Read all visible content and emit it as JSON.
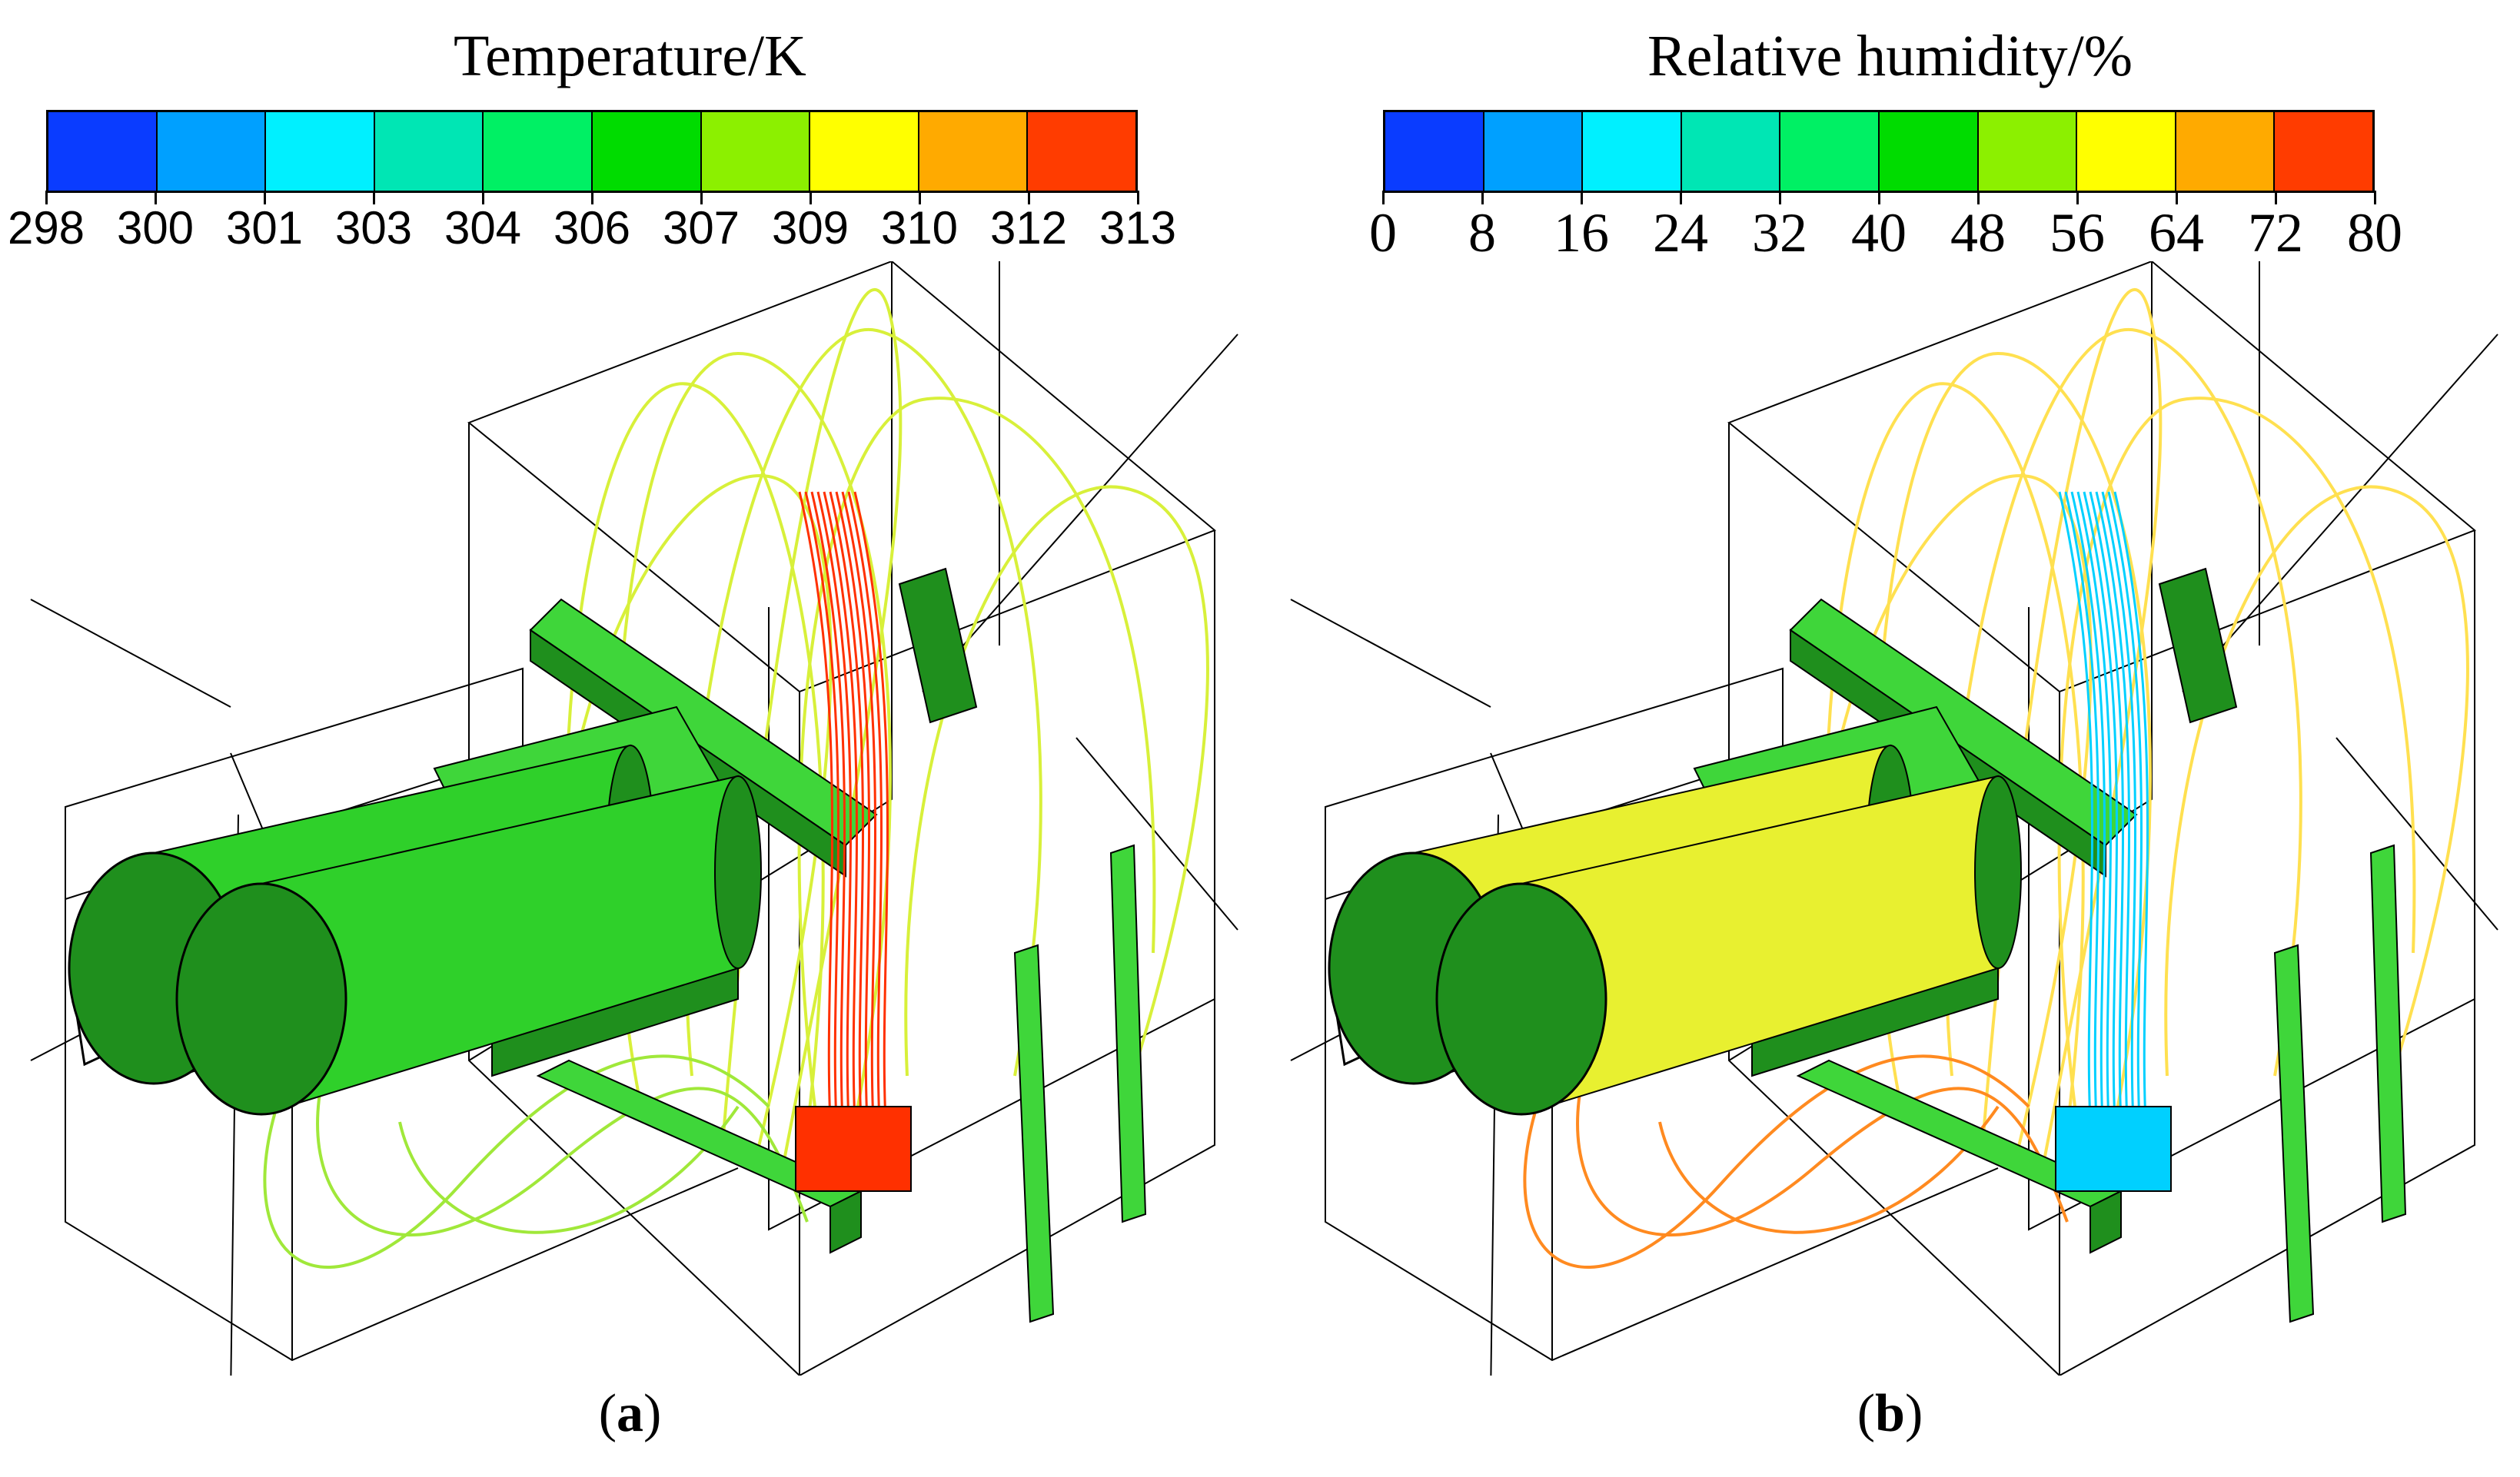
{
  "panels": [
    {
      "id": "a",
      "legend_title": "Temperature/K",
      "tick_labels": [
        "298",
        "300",
        "301",
        "303",
        "304",
        "306",
        "307",
        "309",
        "310",
        "312",
        "313"
      ],
      "colors": [
        "#0a3cff",
        "#00a0ff",
        "#00f0ff",
        "#00e6b4",
        "#00f064",
        "#00dc00",
        "#8cf000",
        "#ffff00",
        "#ffaa00",
        "#ff3c00"
      ],
      "caption_open": "(",
      "caption_letter": "a",
      "caption_close": ")",
      "scene_colors": {
        "solid": "#3fd63a",
        "solid_dark": "#1f8f1d",
        "cylinder": "#2fd02a",
        "streamline_main": "#d8f03a",
        "streamline_alt": "#a0e83a",
        "plume": "#ff3000"
      }
    },
    {
      "id": "b",
      "legend_title": "Relative humidity/%",
      "tick_labels": [
        "0",
        "8",
        "16",
        "24",
        "32",
        "40",
        "48",
        "56",
        "64",
        "72",
        "80"
      ],
      "colors": [
        "#0a3cff",
        "#00a0ff",
        "#00f0ff",
        "#00e6b4",
        "#00f064",
        "#00dc00",
        "#8cf000",
        "#ffff00",
        "#ffaa00",
        "#ff3c00"
      ],
      "caption_open": "(",
      "caption_letter": "b",
      "caption_close": ")",
      "scene_colors": {
        "solid": "#3fd63a",
        "solid_dark": "#1f8f1d",
        "cylinder": "#e8f030",
        "streamline_main": "#ffe050",
        "streamline_alt": "#ff8a20",
        "plume": "#00d0ff"
      }
    }
  ]
}
